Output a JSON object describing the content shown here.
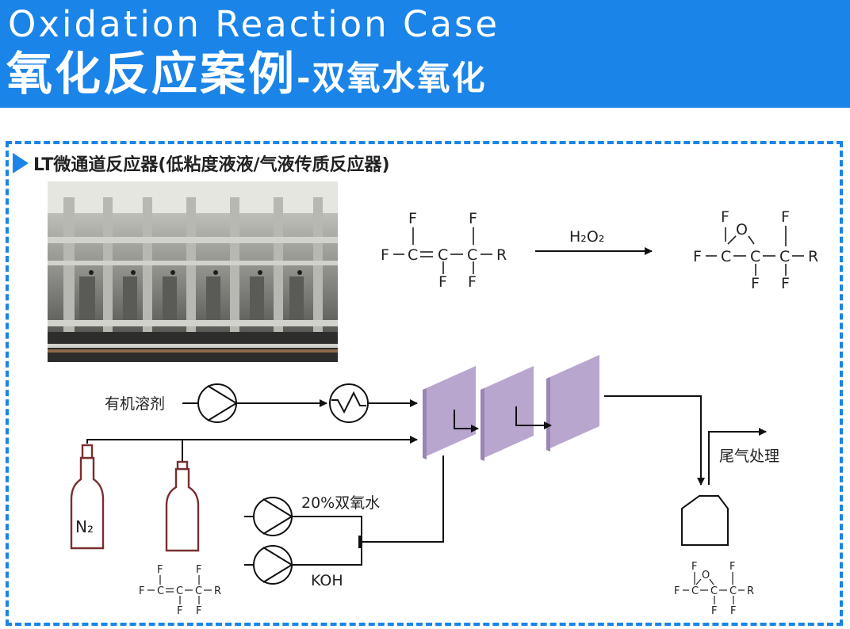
{
  "header": {
    "title_en": "Oxidation Reaction Case",
    "title_zh": "氧化反应案例",
    "title_zh_sub": "-双氧水氧化"
  },
  "section": {
    "title": "LT微通道反应器(低粘度液液/气液传质反应器)"
  },
  "reaction": {
    "reagent": "H₂O₂",
    "atoms": {
      "F": "F",
      "C": "C",
      "R": "R",
      "O": "O"
    }
  },
  "flow": {
    "solvent": "有机溶剂",
    "h2o2_feed": "20%双氧水",
    "koh": "KOH",
    "n2": "N₂",
    "exhaust": "尾气处理"
  },
  "colors": {
    "header_bg": "#1a84e8",
    "frame": "#1a84e8",
    "reactor_plate": "#b9a6cf",
    "cylinder": "#7a2e2e"
  }
}
